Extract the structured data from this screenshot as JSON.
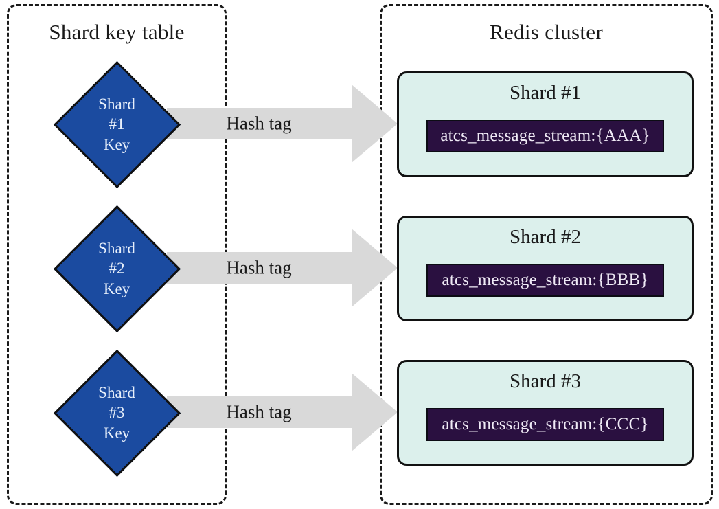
{
  "panels": {
    "shard_key_table": {
      "title": "Shard key table"
    },
    "redis_cluster": {
      "title": "Redis cluster"
    }
  },
  "shard_keys": [
    {
      "line1": "Shard",
      "line2": "#1",
      "line3": "Key"
    },
    {
      "line1": "Shard",
      "line2": "#2",
      "line3": "Key"
    },
    {
      "line1": "Shard",
      "line2": "#3",
      "line3": "Key"
    }
  ],
  "arrows": [
    {
      "label": "Hash tag"
    },
    {
      "label": "Hash tag"
    },
    {
      "label": "Hash tag"
    }
  ],
  "shards": [
    {
      "title": "Shard #1",
      "stream_key": "atcs_message_stream:{AAA}"
    },
    {
      "title": "Shard #2",
      "stream_key": "atcs_message_stream:{BBB}"
    },
    {
      "title": "Shard #3",
      "stream_key": "atcs_message_stream:{CCC}"
    }
  ],
  "colors": {
    "diamond_fill": "#1b4ba0",
    "diamond_text": "#e8f0fb",
    "arrow_fill": "#d9d9d9",
    "shard_box_fill": "#dcf0ec",
    "stream_chip_fill": "#2a1040",
    "stream_chip_text": "#efeaf5",
    "panel_border": "#1a1a1a",
    "background": "#ffffff"
  }
}
